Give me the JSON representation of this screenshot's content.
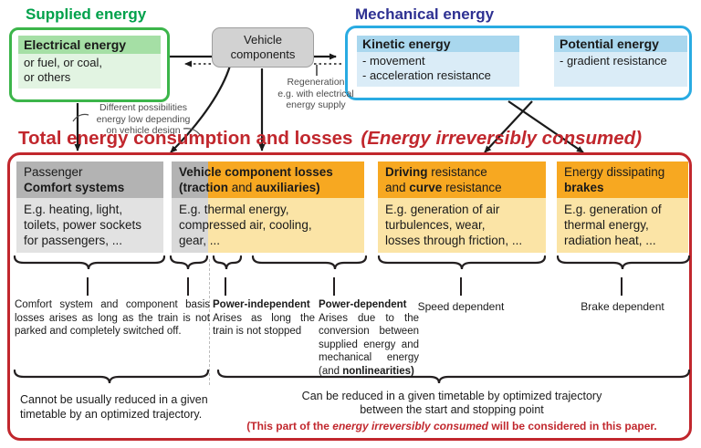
{
  "supplied": {
    "title": "Supplied energy",
    "electrical": {
      "header": "Electrical energy",
      "body": "or fuel, or coal,\nor others"
    }
  },
  "mechanical": {
    "title": "Mechanical energy",
    "kinetic": {
      "header": "Kinetic energy",
      "body": "- movement\n- acceleration resistance"
    },
    "potential": {
      "header": "Potential energy",
      "body": "- gradient resistance"
    }
  },
  "vehicle_components": {
    "label": "Vehicle\ncomponents"
  },
  "labels": {
    "regeneration": "Regeneration\ne.g. with electrical\nenergy supply",
    "possibilities": "Different possibilities\nenergy low depending\non vehicle design"
  },
  "consumption": {
    "title_main": "Total energy consumption and losses",
    "title_paren": "(Energy irreversibly consumed)"
  },
  "boxes": {
    "comfort": {
      "h1": "Passenger",
      "h2": "Comfort systems",
      "body": "E.g. heating, light,\ntoilets, power sockets\nfor passengers, ..."
    },
    "losses": {
      "h1": "Vehicle component losses",
      "h2a": "(traction ",
      "h2b": "and",
      "h2c": " auxiliaries)",
      "body": "E.g. thermal energy,\ncompressed air, cooling,\ngear, ..."
    },
    "driving": {
      "h1a": "Driving",
      "h1b": " resistance",
      "h2a": "and ",
      "h2b": "curve",
      "h2c": " resistance",
      "body": "E.g. generation of air\nturbulences, wear,\nlosses through friction, ..."
    },
    "brakes": {
      "h1": "Energy dissipating",
      "h2": "brakes",
      "body": "E.g. generation of\nthermal energy,\nradiation heat, ..."
    }
  },
  "notes": {
    "comfort": "Comfort system and component basis losses arises as long as the train is not parked and completely switched off.",
    "power_independent_title": "Power-independent",
    "power_independent_body": "Arises as long the train is not stopped",
    "power_dependent_title": "Power-dependent",
    "power_dependent_body_a": "Arises due to the conversion between supplied energy and mechanical energy (and ",
    "power_dependent_body_b": "nonlinearities)",
    "speed": "Speed dependent",
    "brake": "Brake dependent"
  },
  "bottom": {
    "cannot": "Cannot be usually reduced in a given timetable by an optimized trajectory.",
    "can_line1": "Can be reduced in a given timetable by optimized trajectory",
    "can_line2": "between the start and stopping point",
    "red_a": "(This part of the ",
    "red_b": "energy irreversibly consumed",
    "red_c": " will be considered in this paper."
  },
  "colors": {
    "green": "#00A14B",
    "greenBorder": "#3CB54A",
    "greenHead": "#A5DFA5",
    "greenBody": "#E2F4E2",
    "navy": "#2E3192",
    "cyan": "#29ABE2",
    "blueHead": "#A9D7EE",
    "blueBody": "#DAECF7",
    "red": "#C1272D",
    "orange": "#F7A821",
    "orangeLight": "#FBE4A6",
    "grayHead": "#B3B3B3",
    "grayBody": "#E2E2E2",
    "grayStripLight": "#D9D9D9",
    "boxGray": "#D2D2D2",
    "boxGrayBorder": "#9E9E9E",
    "ink": "#1A1A1A",
    "grayText": "#4D4D4D"
  }
}
